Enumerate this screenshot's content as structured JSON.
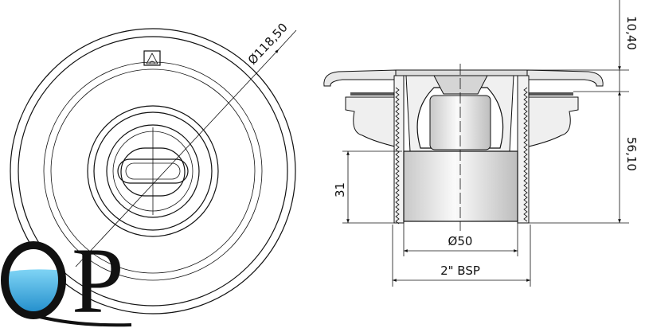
{
  "front_view": {
    "diameter_label": "Ø118,50"
  },
  "section_view": {
    "height_top_label": "10,40",
    "height_body_label": "56,10",
    "pipe_height_label": "31",
    "pipe_diameter_label": "Ø50",
    "thread_label": "2\" BSP"
  },
  "logo": {
    "text": "QP",
    "water_color": "#2a9fd8"
  }
}
